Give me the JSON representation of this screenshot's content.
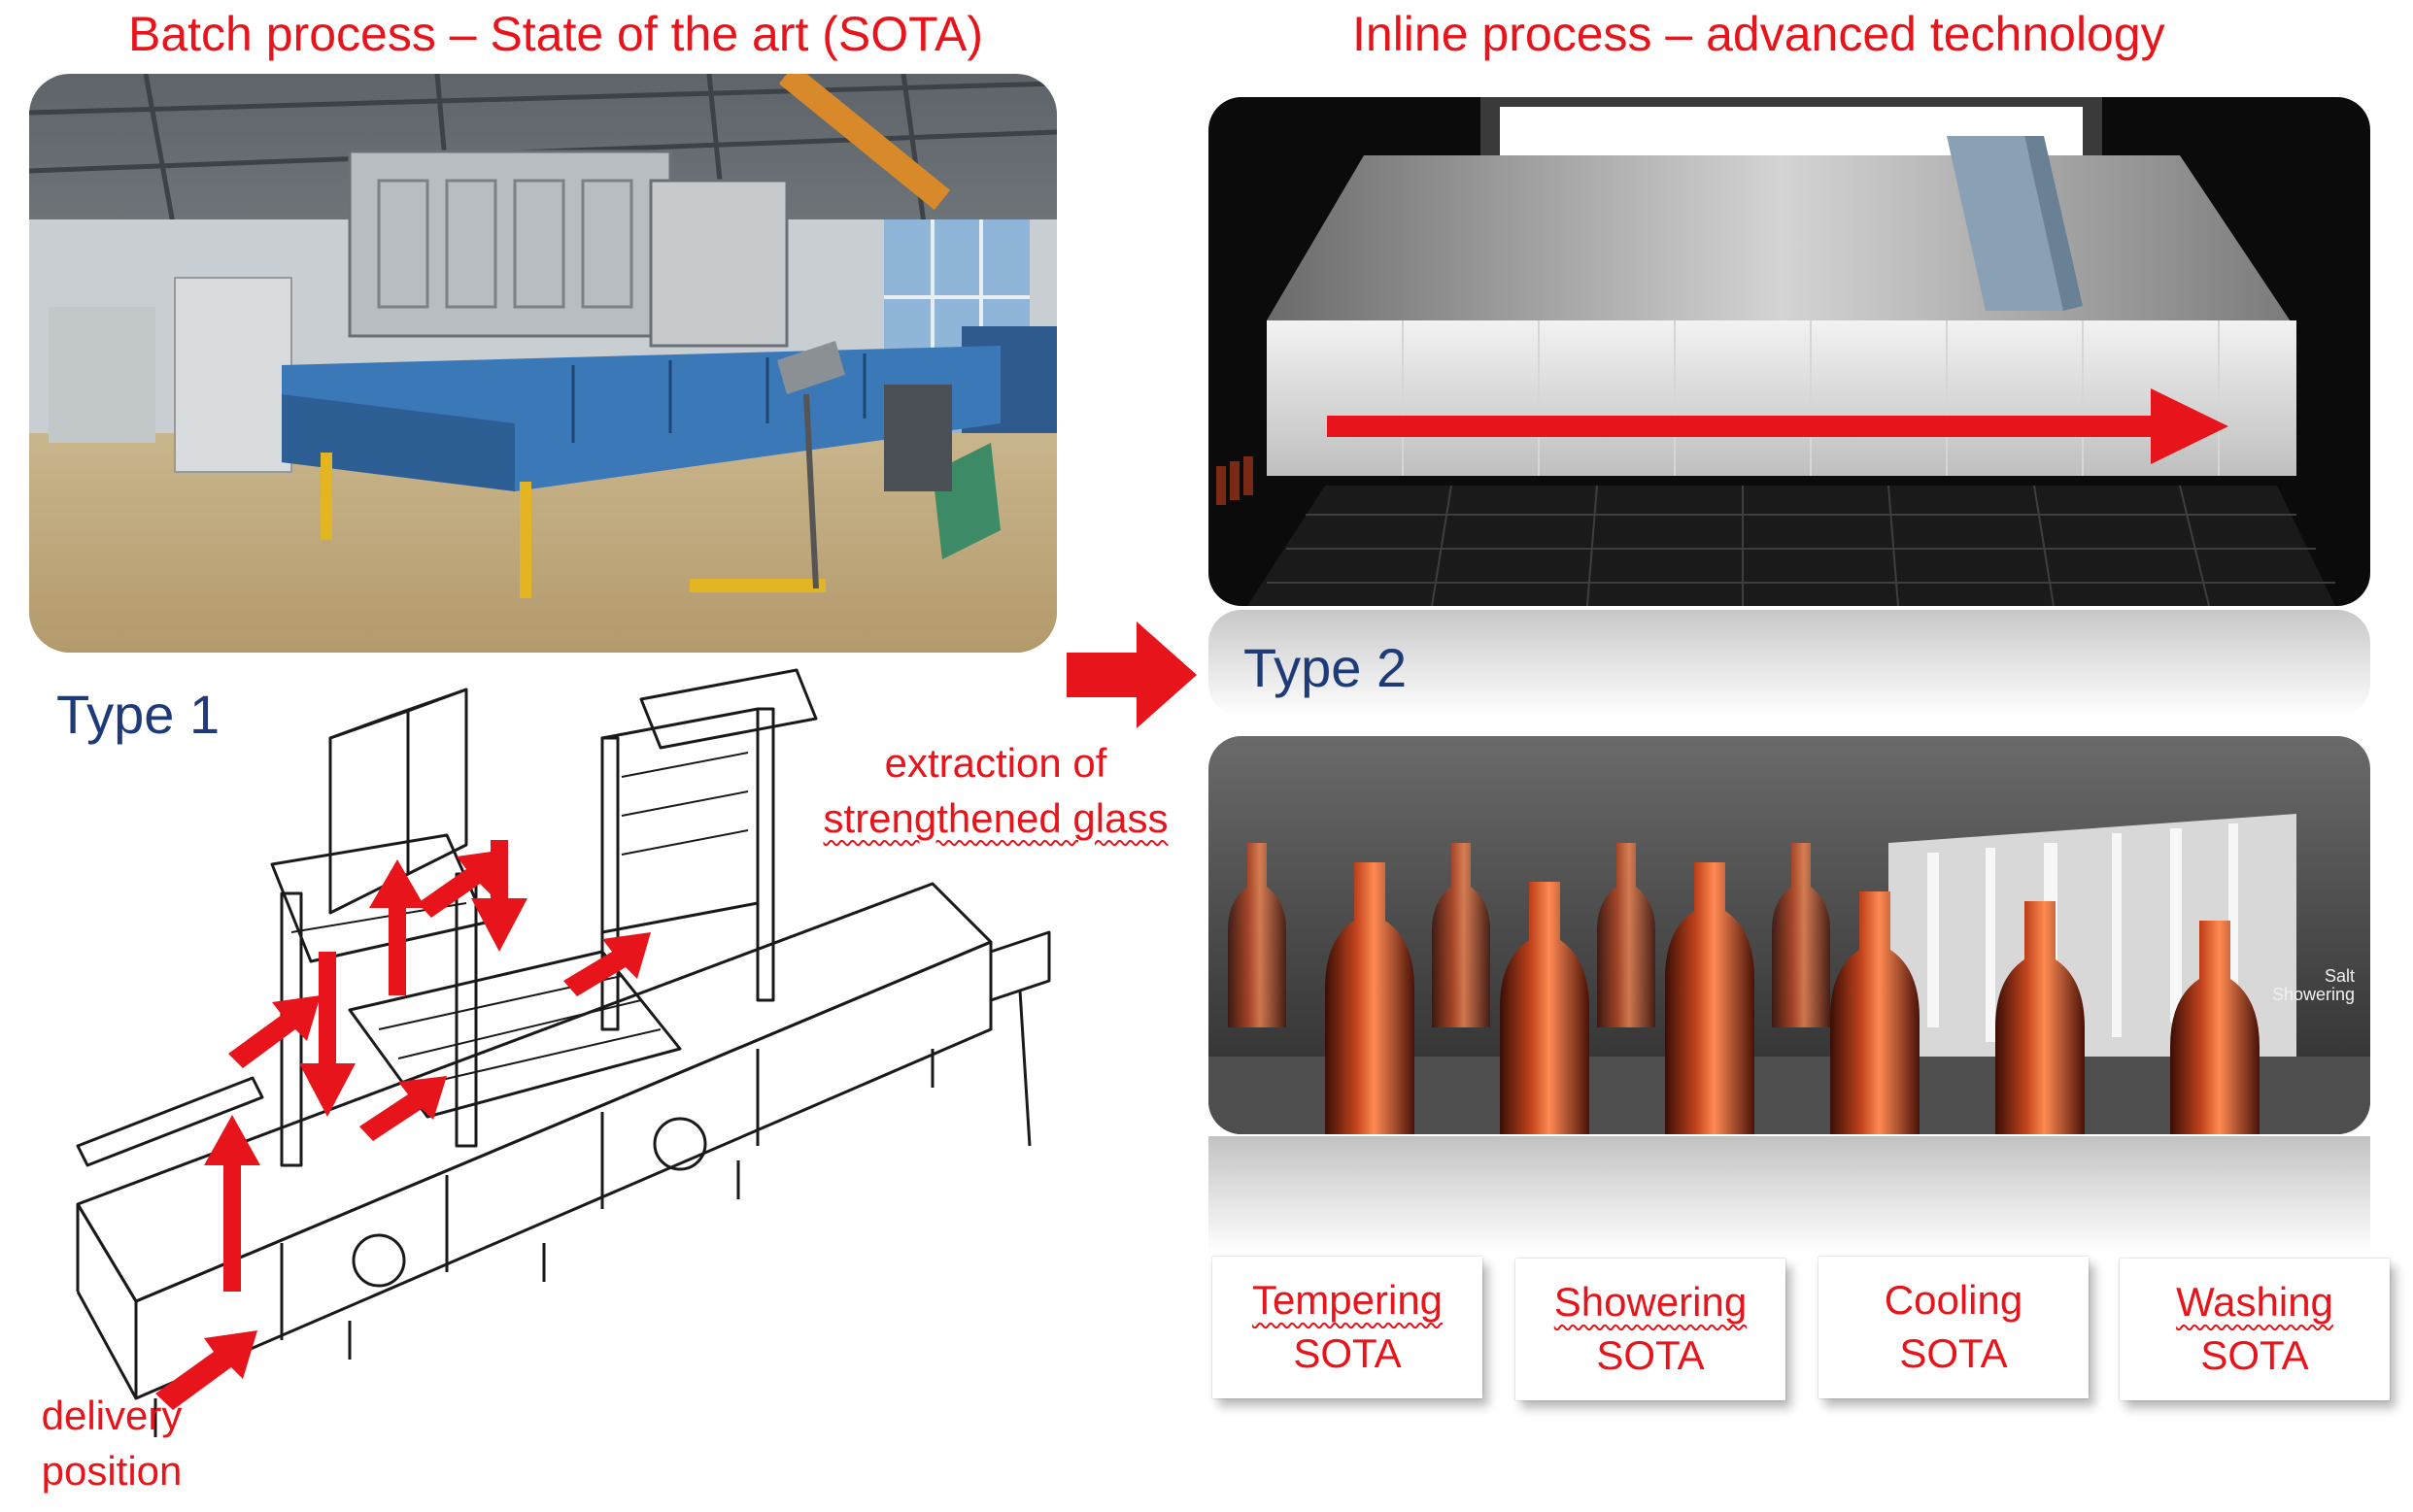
{
  "left": {
    "title": "Batch process – State of the art (SOTA)",
    "type_label": "Type 1",
    "annotation_extraction": [
      "extraction of",
      "strengthened glass"
    ],
    "annotation_delivery": [
      "delivery",
      "position"
    ]
  },
  "right": {
    "title": "Inline process – advanced technology",
    "type_label": "Type 2",
    "photo_caption": [
      "Salt",
      "Showering"
    ],
    "steps": [
      {
        "name": "Tempering",
        "status": "SOTA"
      },
      {
        "name": "Showering",
        "status": "SOTA"
      },
      {
        "name": "Cooling",
        "status": "SOTA"
      },
      {
        "name": "Washing",
        "status": "SOTA"
      }
    ]
  },
  "colors": {
    "accent_red": "#e8141b",
    "type_blue": "#1f3a78",
    "machine_blue": "#3a78b8"
  }
}
